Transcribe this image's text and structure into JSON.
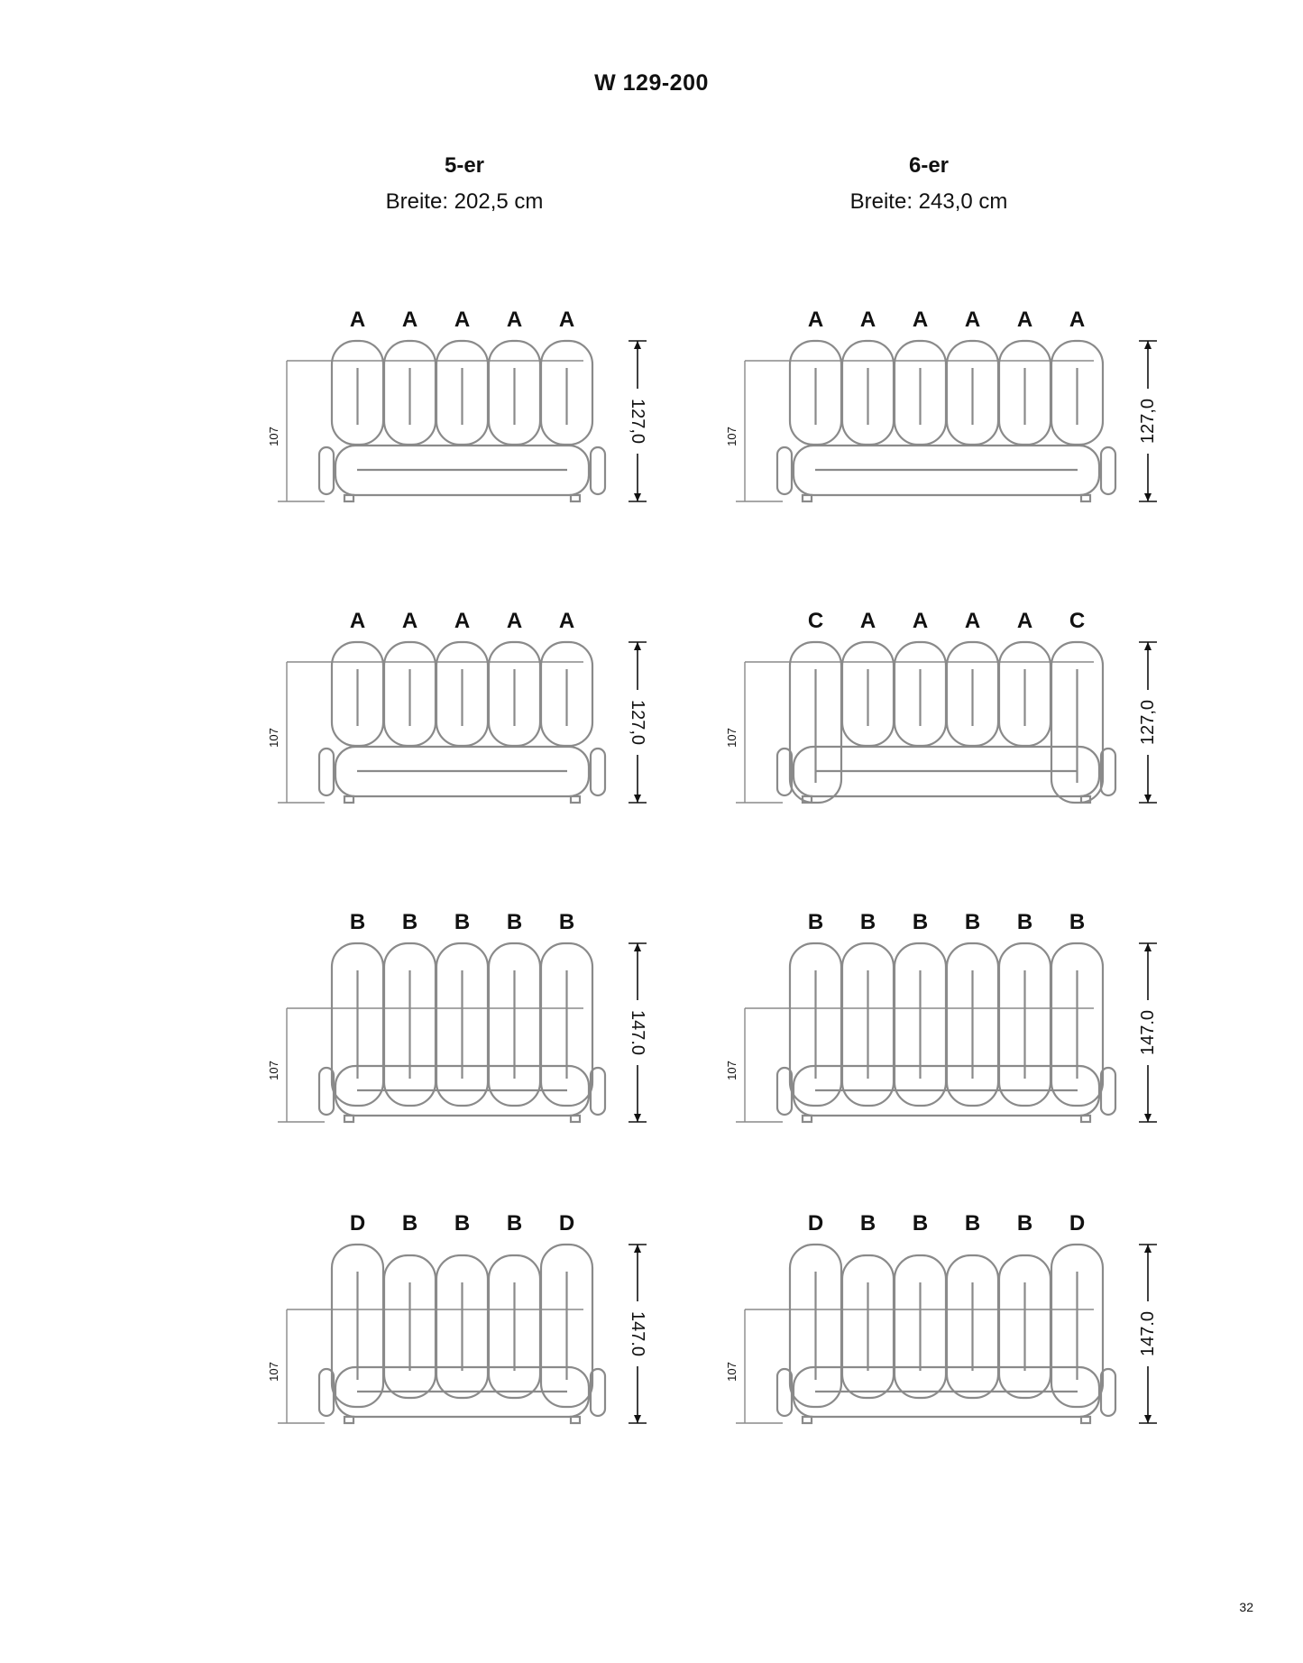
{
  "page": {
    "title": "W 129-200",
    "page_number": "32"
  },
  "columns": [
    {
      "name": "5-er",
      "width_text": "Breite: 202,5 cm"
    },
    {
      "name": "6-er",
      "width_text": "Breite: 243,0 cm"
    }
  ],
  "diagrams": [
    {
      "labels": [
        "A",
        "A",
        "A",
        "A",
        "A"
      ],
      "height": "127,0",
      "seat_height": "107",
      "variant": "a"
    },
    {
      "labels": [
        "A",
        "A",
        "A",
        "A",
        "A",
        "A"
      ],
      "height": "127,0",
      "seat_height": "107",
      "variant": "a"
    },
    {
      "labels": [
        "A",
        "A",
        "A",
        "A",
        "A"
      ],
      "height": "127,0",
      "seat_height": "107",
      "variant": "a"
    },
    {
      "labels": [
        "C",
        "A",
        "A",
        "A",
        "A",
        "C"
      ],
      "height": "127,0",
      "seat_height": "107",
      "variant": "c"
    },
    {
      "labels": [
        "B",
        "B",
        "B",
        "B",
        "B"
      ],
      "height": "147.0",
      "seat_height": "107",
      "variant": "b"
    },
    {
      "labels": [
        "B",
        "B",
        "B",
        "B",
        "B",
        "B"
      ],
      "height": "147.0",
      "seat_height": "107",
      "variant": "b"
    },
    {
      "labels": [
        "D",
        "B",
        "B",
        "B",
        "D"
      ],
      "height": "147.0",
      "seat_height": "107",
      "variant": "d"
    },
    {
      "labels": [
        "D",
        "B",
        "B",
        "B",
        "B",
        "D"
      ],
      "height": "147.0",
      "seat_height": "107",
      "variant": "d"
    }
  ]
}
